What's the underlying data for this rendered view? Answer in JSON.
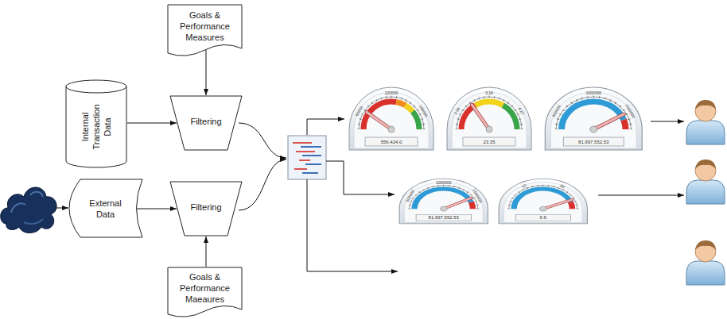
{
  "diagram": {
    "nodes": [
      {
        "text": [
          "Goals & Performance Measures"
        ]
      },
      {
        "text": [
          "Internal Transaction Data"
        ]
      },
      {
        "text": [
          "Filtering"
        ]
      },
      {
        "text": [
          "External Data"
        ]
      },
      {
        "text": [
          "Filtering"
        ]
      },
      {
        "text": [
          "Goals & Performance Maeaures"
        ]
      }
    ],
    "edges": [
      {
        "from": 0,
        "to": 2,
        "arrow": "to"
      },
      {
        "from": 1,
        "to": 2,
        "arrow": "to"
      },
      {
        "from": 3,
        "to": 4,
        "arrow": "to"
      },
      {
        "from": 5,
        "to": 4,
        "arrow": "to"
      }
    ],
    "labels": [
      "60000",
      "120000",
      "180000",
      "556,424.0",
      "2.06",
      "3.16",
      "4.27",
      "23.35",
      "500000",
      "1000000",
      "1500000",
      "81,697,552.53",
      "500000",
      "1000000",
      "1500000",
      "81,697,552.53",
      "30",
      "60",
      "6.6"
    ]
  }
}
